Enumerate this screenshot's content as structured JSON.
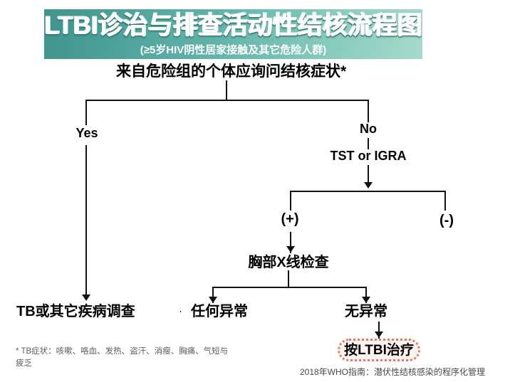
{
  "header": {
    "title": "LTBI诊治与排查活动性结核流程图",
    "subtitle": "(≥5岁HIV阴性居家接触及其它危险人群)",
    "band_color_left": "#3f948e",
    "band_color_right": "#a6dacb"
  },
  "flow": {
    "root": "来自危险组的个体应询问结核症状*",
    "branch_yes": "Yes",
    "branch_no": "No",
    "test": "TST or IGRA",
    "result_positive": "(+)",
    "result_negative": "(-)",
    "chest_xray": "胸部X线检查",
    "any_abnormality": "任何异常",
    "no_abnormality": "无异常",
    "tb_investigation": "TB或其它疾病调查",
    "treat_ltbi": "按LTBI治疗"
  },
  "notes": {
    "footnote": "* TB症状：咳嗽、咯血、发热、盗汗、消瘦、胸痛、气短与疲乏",
    "source": "2018年WHO指南：潜伏性结核感染的程序化管理"
  },
  "colors": {
    "line": "#111111",
    "treat_border": "#e07a6a",
    "treat_fill": "#fdf3f1",
    "text": "#000000",
    "note_text": "#5e5e5e"
  }
}
